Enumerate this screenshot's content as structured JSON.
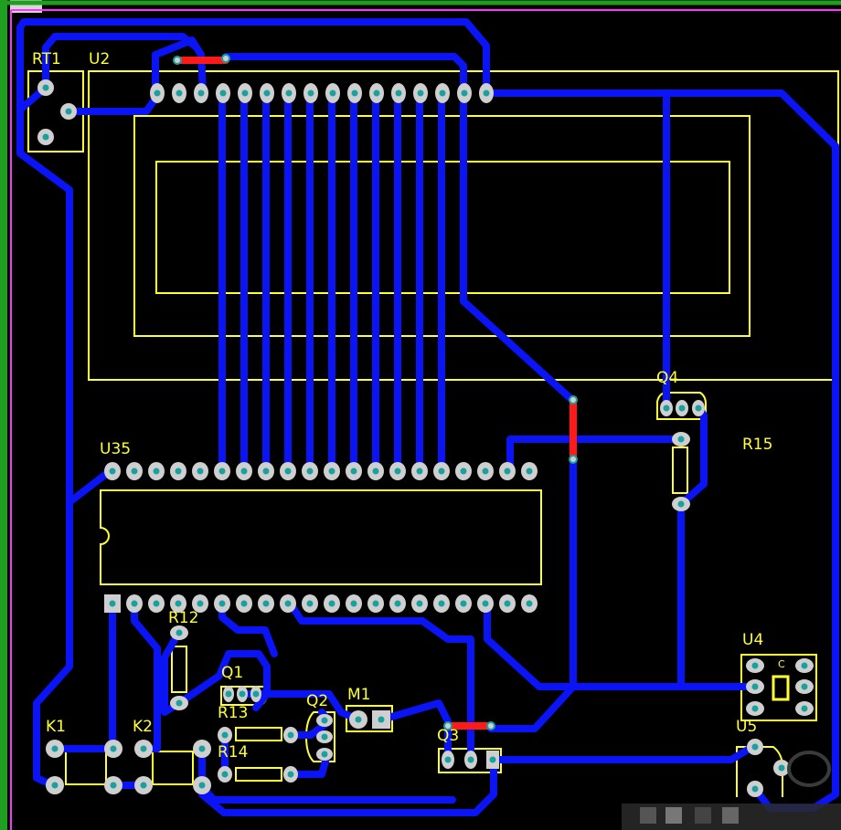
{
  "board": {
    "colors": {
      "background": "#000000",
      "top_copper": "#0a14f5",
      "bottom_copper": "#ff1a1a",
      "silkscreen": "#ffff33",
      "pad": "#cfcfcf",
      "drill": "#1aa0a0",
      "board_outline": "#ff33ff",
      "keepout": "#1f9e1f"
    }
  },
  "components": {
    "RT1": "RT1",
    "U2": "U2",
    "Q4": "Q4",
    "R15": "R15",
    "U35": "U35",
    "R12": "R12",
    "Q1": "Q1",
    "R13": "R13",
    "R14": "R14",
    "Q2": "Q2",
    "M1": "M1",
    "Q3": "Q3",
    "K1": "K1",
    "K2": "K2",
    "U4": "U4",
    "U5": "U5"
  },
  "u4_pin_marker": "C"
}
